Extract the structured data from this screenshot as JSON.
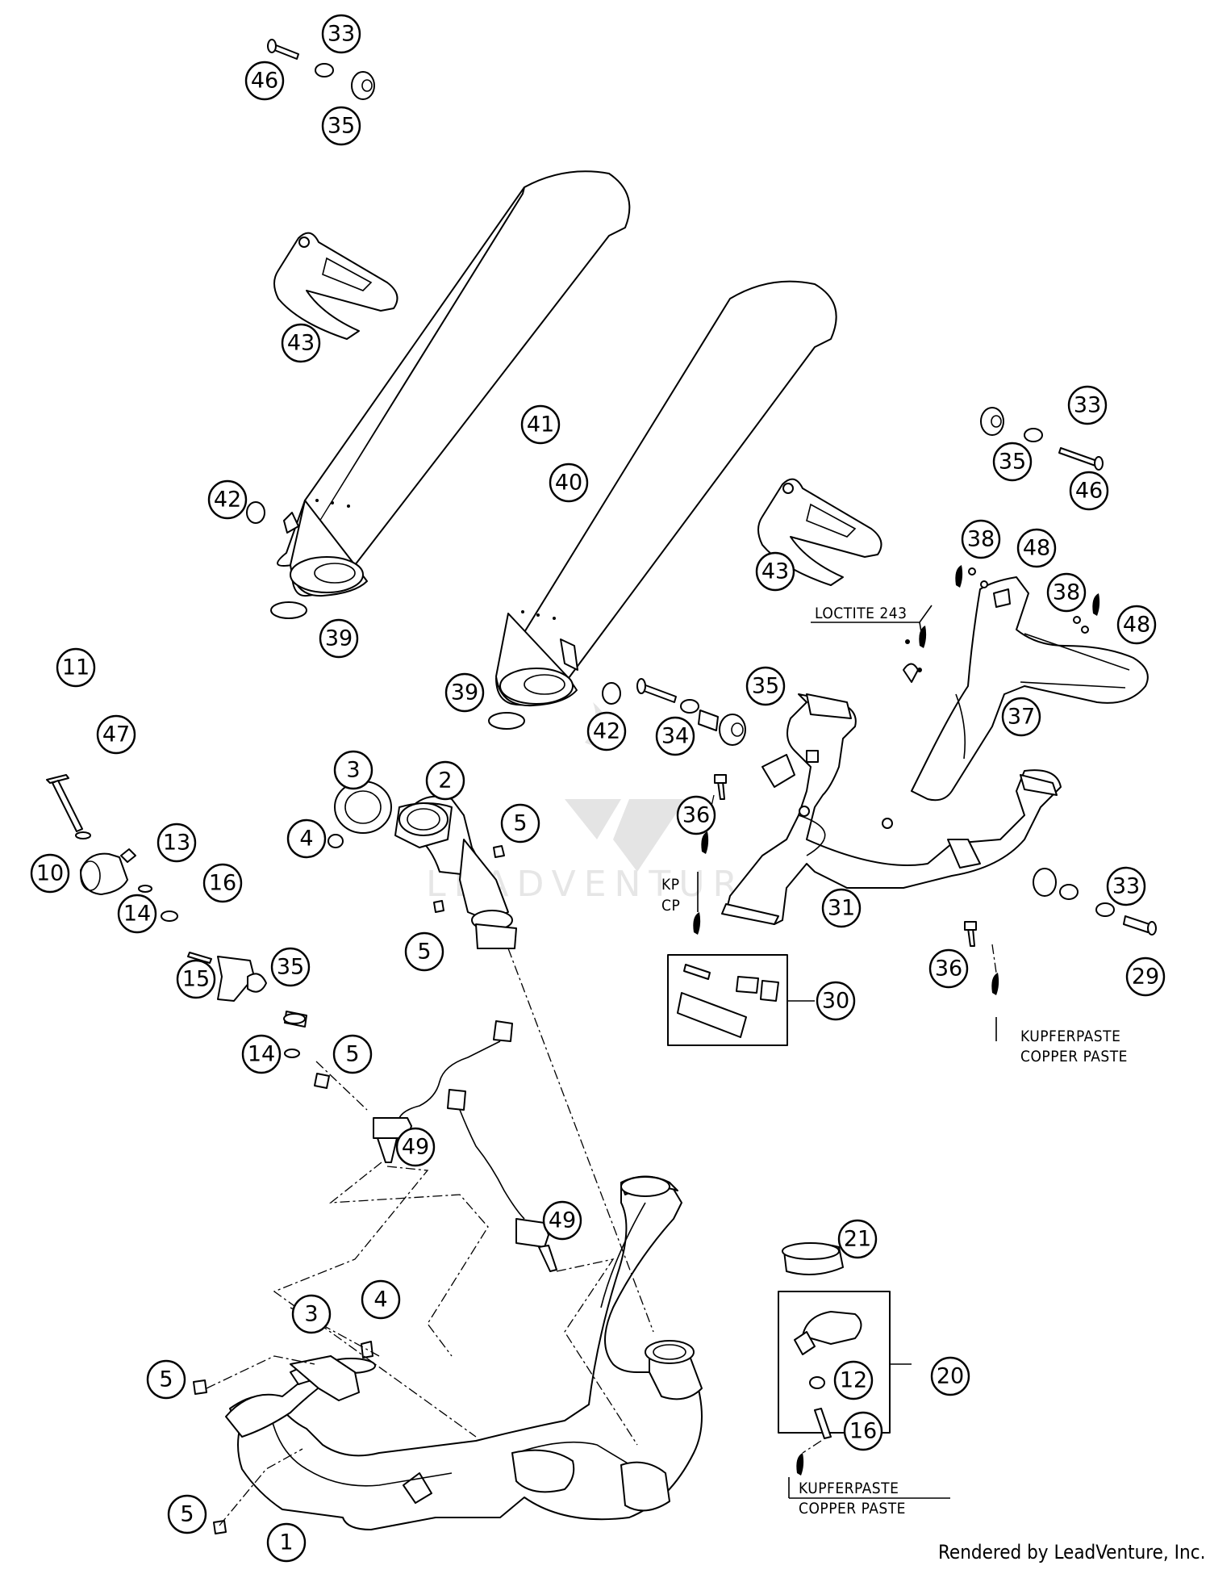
{
  "diagram": {
    "watermark": "LEADVENTURE",
    "footer": "Rendered by LeadVenture, Inc.",
    "notes": {
      "loctite": "LOCTITE 243",
      "kp": "KP",
      "cp": "CP",
      "kupferpaste_1": "KUPFERPASTE",
      "copperpaste_1": "COPPER PASTE",
      "kupferpaste_2": "KUPFERPASTE",
      "copperpaste_2": "COPPER PASTE"
    },
    "callouts": [
      {
        "label": "33"
      },
      {
        "label": "46"
      },
      {
        "label": "35"
      },
      {
        "label": "43"
      },
      {
        "label": "41"
      },
      {
        "label": "40"
      },
      {
        "label": "42"
      },
      {
        "label": "39"
      },
      {
        "label": "43"
      },
      {
        "label": "33"
      },
      {
        "label": "35"
      },
      {
        "label": "46"
      },
      {
        "label": "38"
      },
      {
        "label": "48"
      },
      {
        "label": "38"
      },
      {
        "label": "48"
      },
      {
        "label": "37"
      },
      {
        "label": "11"
      },
      {
        "label": "47"
      },
      {
        "label": "10"
      },
      {
        "label": "13"
      },
      {
        "label": "14"
      },
      {
        "label": "16"
      },
      {
        "label": "15"
      },
      {
        "label": "35"
      },
      {
        "label": "14"
      },
      {
        "label": "5"
      },
      {
        "label": "3"
      },
      {
        "label": "2"
      },
      {
        "label": "4"
      },
      {
        "label": "5"
      },
      {
        "label": "5"
      },
      {
        "label": "39"
      },
      {
        "label": "42"
      },
      {
        "label": "35"
      },
      {
        "label": "34"
      },
      {
        "label": "36"
      },
      {
        "label": "31"
      },
      {
        "label": "33"
      },
      {
        "label": "29"
      },
      {
        "label": "36"
      },
      {
        "label": "30"
      },
      {
        "label": "49"
      },
      {
        "label": "49"
      },
      {
        "label": "21"
      },
      {
        "label": "20"
      },
      {
        "label": "12"
      },
      {
        "label": "16"
      },
      {
        "label": "3"
      },
      {
        "label": "4"
      },
      {
        "label": "5"
      },
      {
        "label": "5"
      },
      {
        "label": "1"
      }
    ]
  }
}
